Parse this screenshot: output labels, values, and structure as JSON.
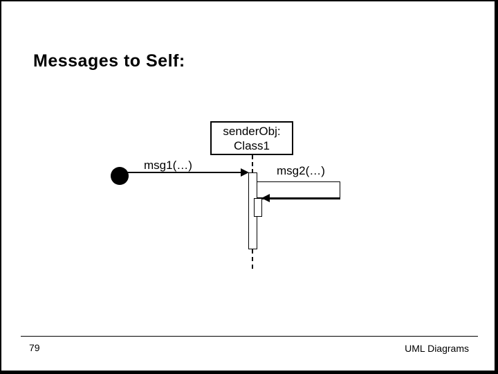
{
  "slide": {
    "title": "Messages to Self:",
    "diagram": {
      "object_box": {
        "name": "senderObj:",
        "class": "Class1"
      },
      "messages": {
        "msg1": "msg1(…)",
        "msg2": "msg2(…)"
      }
    },
    "footer": {
      "page_number": "79",
      "right_text": "UML Diagrams"
    },
    "colors": {
      "ink": "#000000",
      "background": "#ffffff"
    }
  }
}
